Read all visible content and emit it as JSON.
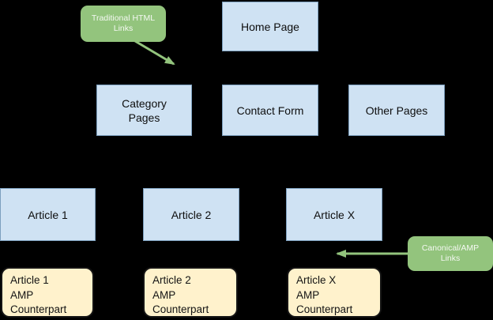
{
  "diagram": {
    "description": "Site structure diagram showing HTML pages and their AMP counterparts",
    "colors": {
      "background": "#000000",
      "page_node_fill": "#cfe2f3",
      "page_node_border": "#7da0bf",
      "amp_node_fill": "#fff2cc",
      "amp_node_border": "#141414",
      "callout_fill": "#93c47d",
      "callout_text": "#ffffff",
      "arrow": "#93c47d",
      "node_text": "#0e0e0e"
    },
    "nodes": {
      "home": {
        "label": "Home Page"
      },
      "category": {
        "label": "Category\nPages"
      },
      "contact": {
        "label": "Contact Form"
      },
      "other": {
        "label": "Other Pages"
      },
      "article1": {
        "label": "Article 1"
      },
      "article2": {
        "label": "Article 2"
      },
      "articlex": {
        "label": "Article X"
      },
      "amp1": {
        "label": "Article 1\nAMP\nCounterpart"
      },
      "amp2": {
        "label": "Article 2\nAMP\nCounterpart"
      },
      "ampx": {
        "label": "Article X\nAMP\nCounterpart"
      }
    },
    "callouts": {
      "traditional": {
        "label": "Traditional HTML\nLinks"
      },
      "canonical": {
        "label": "Canonical/AMP\nLinks"
      }
    },
    "arrows": [
      {
        "name": "traditional-html-links-arrow",
        "from": "traditional-html-links-callout",
        "to": "category-pages-node",
        "direction": "down-right"
      },
      {
        "name": "canonical-amp-links-arrow",
        "from": "canonical-amp-links-callout",
        "to": "article-x-amp-gap",
        "direction": "left"
      }
    ]
  }
}
